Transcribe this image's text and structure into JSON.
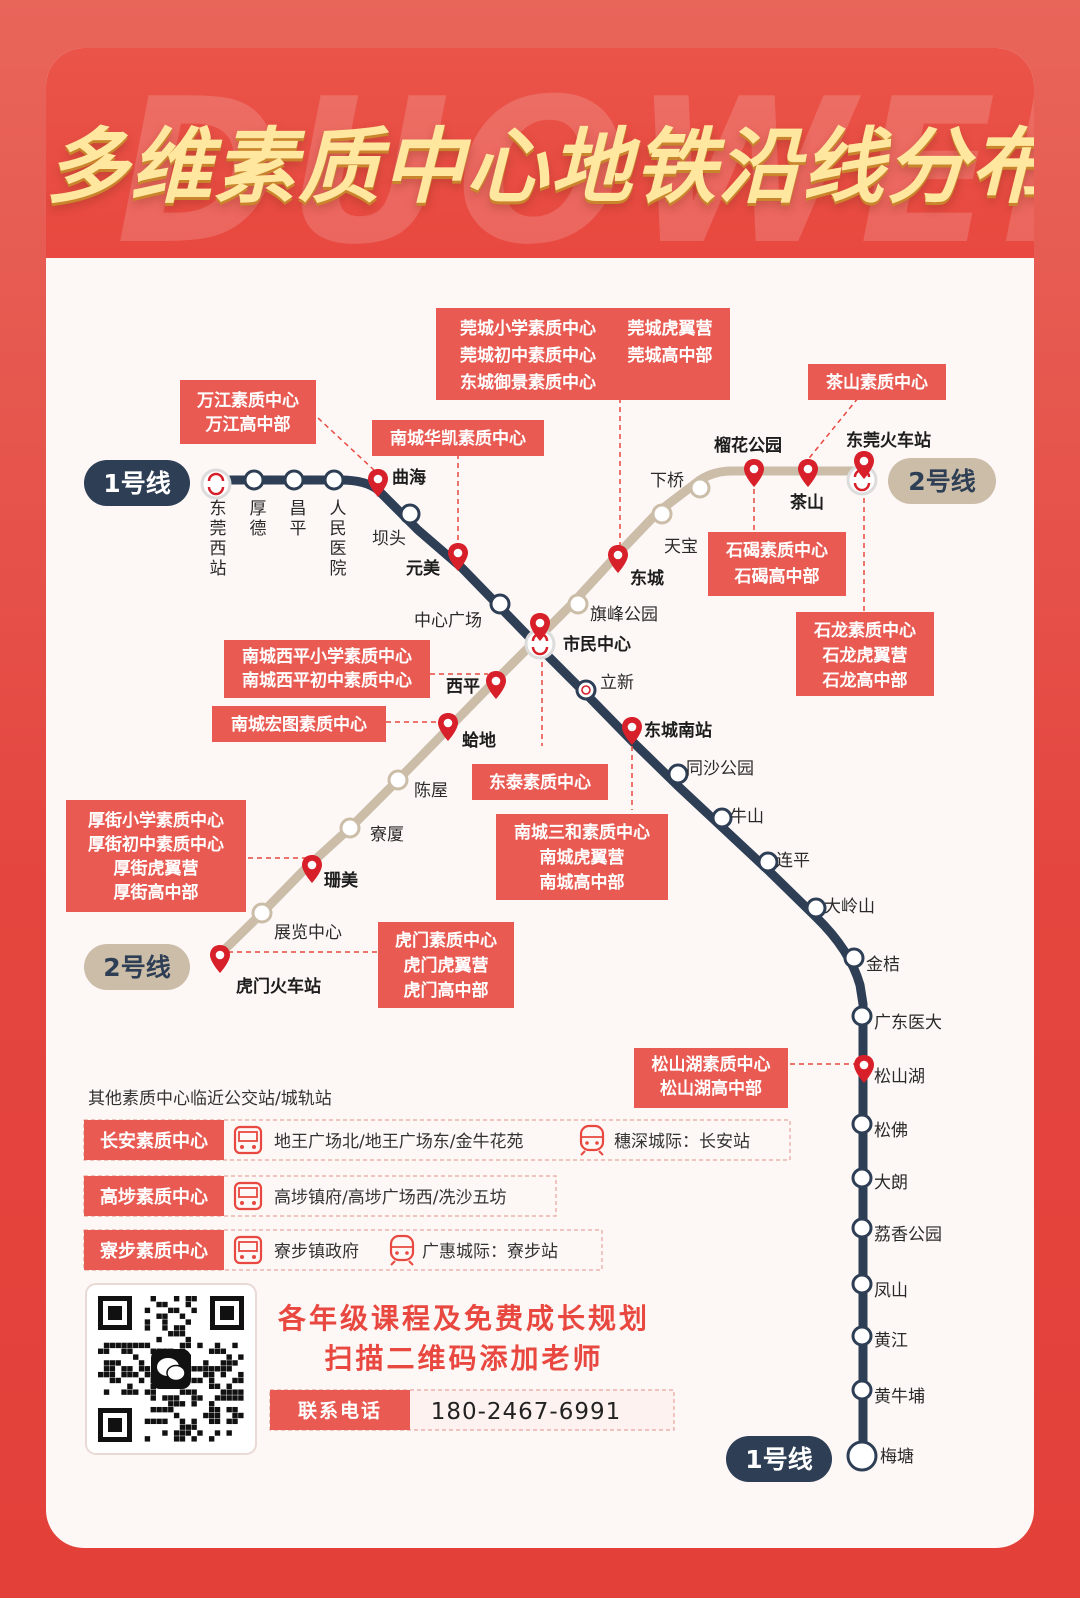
{
  "header": {
    "title": "多维素质中心地铁沿线分布图",
    "watermark": "DUOWEI"
  },
  "colors": {
    "line1": "#2d3e55",
    "line2": "#cbbda8",
    "accent": "#e8483f",
    "box": "#e85a52"
  },
  "line_tags": {
    "l1_left": "1号线",
    "l2_right": "2号线",
    "l2_left": "2号线",
    "l1_bottom": "1号线"
  },
  "stations": {
    "dongguanxi": "东莞西站",
    "houde": "厚德",
    "changping": "昌平",
    "renmin": "人民医院",
    "quhai": "曲海",
    "batou": "坝头",
    "yuanmei": "元美",
    "zhongxin": "中心广场",
    "shimin": "市民中心",
    "lixin": "立新",
    "dcnan": "东城南站",
    "tongsha": "同沙公园",
    "niushan": "牛山",
    "lianping": "连平",
    "daling": "大岭山",
    "jingui": "金桔",
    "gdyd": "广东医大",
    "songshanhu": "松山湖",
    "songfo": "松佛",
    "dalang": "大朗",
    "lixiang": "荔香公园",
    "fengshan": "凤山",
    "huangjiang": "黄江",
    "hnp": "黄牛埔",
    "meitang": "梅塘",
    "humen": "虎门火车站",
    "zhanlan": "展览中心",
    "shanmei": "珊美",
    "liaoxia": "寮厦",
    "chenwu": "陈屋",
    "hadi": "蛤地",
    "xiping": "西平",
    "qifeng": "旗峰公园",
    "dongcheng": "东城",
    "tianbao": "天宝",
    "xiaqiao": "下桥",
    "liuhua": "榴花公园",
    "chashan": "茶山",
    "dghz": "东莞火车站"
  },
  "centers": {
    "wanjiang": [
      "万江素质中心",
      "万江高中部"
    ],
    "ncHuakai": [
      "南城华凯素质中心"
    ],
    "guancheng": [
      "莞城小学素质中心",
      "莞城初中素质中心",
      "东城御景素质中心"
    ],
    "guancheng2": [
      "莞城虎翼营",
      "莞城高中部"
    ],
    "chashan": [
      "茶山素质中心"
    ],
    "shijie": [
      "石碣素质中心",
      "石碣高中部"
    ],
    "shilong": [
      "石龙素质中心",
      "石龙虎翼营",
      "石龙高中部"
    ],
    "ncXiping": [
      "南城西平小学素质中心",
      "南城西平初中素质中心"
    ],
    "ncHongtu": [
      "南城宏图素质中心"
    ],
    "dongtai": [
      "东泰素质中心"
    ],
    "ncSanhe": [
      "南城三和素质中心",
      "南城虎翼营",
      "南城高中部"
    ],
    "houjie": [
      "厚街小学素质中心",
      "厚街初中素质中心",
      "厚街虎翼营",
      "厚街高中部"
    ],
    "humen": [
      "虎门素质中心",
      "虎门虎翼营",
      "虎门高中部"
    ],
    "songshanhu": [
      "松山湖素质中心",
      "松山湖高中部"
    ]
  },
  "other": {
    "heading": "其他素质中心临近公交站/城轨站",
    "rows": [
      {
        "name": "长安素质中心",
        "bus": "地王广场北/地王广场东/金牛花苑",
        "rail": "穗深城际：长安站"
      },
      {
        "name": "高埗素质中心",
        "bus": "高埗镇府/高埗广场西/冼沙五坊",
        "rail": ""
      },
      {
        "name": "寮步素质中心",
        "bus": "寮步镇政府",
        "rail": "广惠城际：寮步站"
      }
    ]
  },
  "promo": {
    "line1": "各年级课程及免费成长规划",
    "line2": "扫描二维码添加老师",
    "phone_label": "联系电话",
    "phone": "180-2467-6991"
  },
  "icons": [
    "bus-icon",
    "train-icon",
    "wechat-icon",
    "qr-code",
    "pin-icon",
    "transfer-icon"
  ]
}
